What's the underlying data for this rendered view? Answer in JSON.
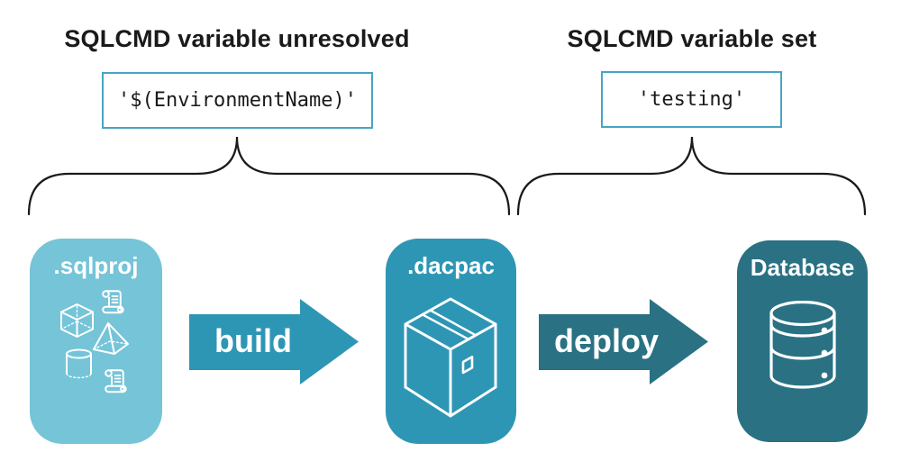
{
  "colors": {
    "background": "#FFFFFF",
    "text": "#1A1A1A",
    "brace": "#1A1A1A",
    "code_border": "#4AA4C4",
    "node_light": "#75C4D8",
    "node_mid": "#2E96B5",
    "node_dark": "#297183",
    "icon_stroke": "#FFFFFF"
  },
  "annotations": {
    "unresolved": {
      "heading": "SQLCMD variable unresolved",
      "code": "'$(EnvironmentName)'"
    },
    "set": {
      "heading": "SQLCMD variable set",
      "code": "'testing'"
    }
  },
  "pipeline": {
    "source": {
      "label": ".sqlproj",
      "icons": [
        "script-scroll-icon",
        "cube-icon",
        "pyramid-icon",
        "cylinder-icon",
        "script-scroll-icon"
      ]
    },
    "build_arrow": {
      "label": "build"
    },
    "artifact": {
      "label": ".dacpac",
      "icon": "package-box-icon"
    },
    "deploy_arrow": {
      "label": "deploy"
    },
    "target": {
      "label": "Database",
      "icon": "database-cylinder-icon"
    }
  }
}
